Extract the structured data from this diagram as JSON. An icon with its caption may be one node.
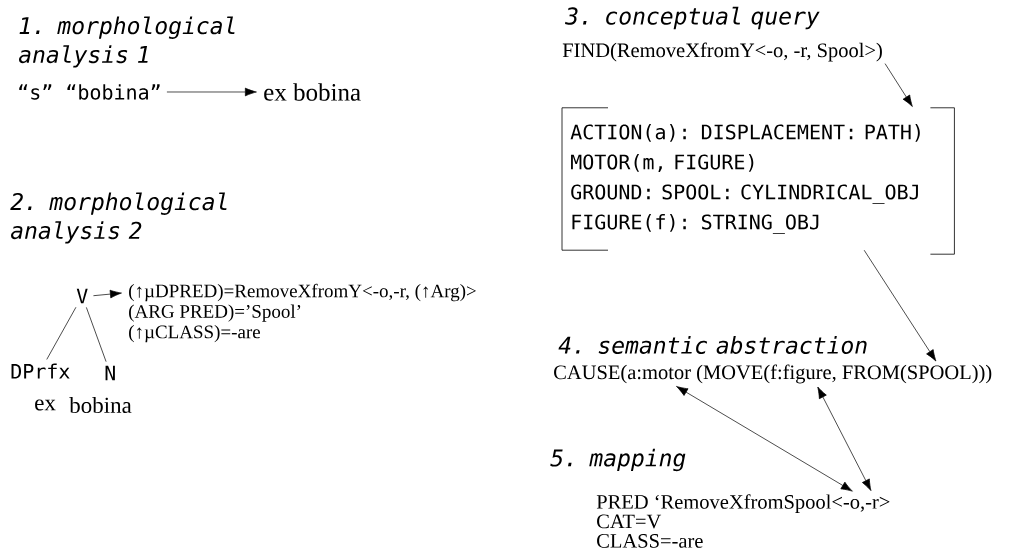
{
  "diagram": {
    "nodes": [
      {
        "text": [
          "“s” “bobina”"
        ]
      },
      {
        "text": [
          "ex bobina"
        ]
      },
      {
        "text": [
          "V"
        ]
      },
      {
        "text": [
          "(↑µDPRED)=RemoveXfromY<-o,-r, (↑Arg)>",
          "(ARG PRED)=’Spool’",
          "(↑µCLASS)=-are"
        ]
      },
      {
        "text": [
          "DPrfx"
        ]
      },
      {
        "text": [
          "N"
        ]
      },
      {
        "text": [
          "FIND(RemoveXfromY<-o, -r, Spool>)"
        ]
      },
      {
        "text": [
          "ACTION(a): DISPLACEMENT: PATH)",
          "MOTOR(m, FIGURE)",
          "GROUND: SPOOL: CYLINDRICAL_OBJ",
          "FIGURE(f): STRING_OBJ"
        ]
      },
      {
        "text": [
          "CAUSE(a:motor (MOVE(f:figure, FROM(SPOOL)))"
        ]
      },
      {
        "text": [
          "PRED ‘RemoveXfromSpool<-o,-r>",
          "CAT=V",
          "CLASS=-are"
        ]
      }
    ],
    "edges": [
      {
        "from": 0,
        "to": 1,
        "arrow": "to"
      },
      {
        "from": 2,
        "to": 3,
        "arrow": "to"
      },
      {
        "from": 2,
        "to": 4,
        "arrow": "none"
      },
      {
        "from": 2,
        "to": 5,
        "arrow": "none"
      },
      {
        "from": 6,
        "to": 7,
        "arrow": "to"
      },
      {
        "from": 7,
        "to": 8,
        "arrow": "to"
      },
      {
        "from": 8,
        "to": 9,
        "arrow": "both"
      },
      {
        "from": 8,
        "to": 9,
        "arrow": "both"
      }
    ],
    "labels": [
      "1. morphological analysis 1",
      "2. morphological analysis 2",
      "ex",
      "bobina",
      "3. conceptual query",
      "4. semantic abstraction",
      "5. mapping"
    ]
  }
}
